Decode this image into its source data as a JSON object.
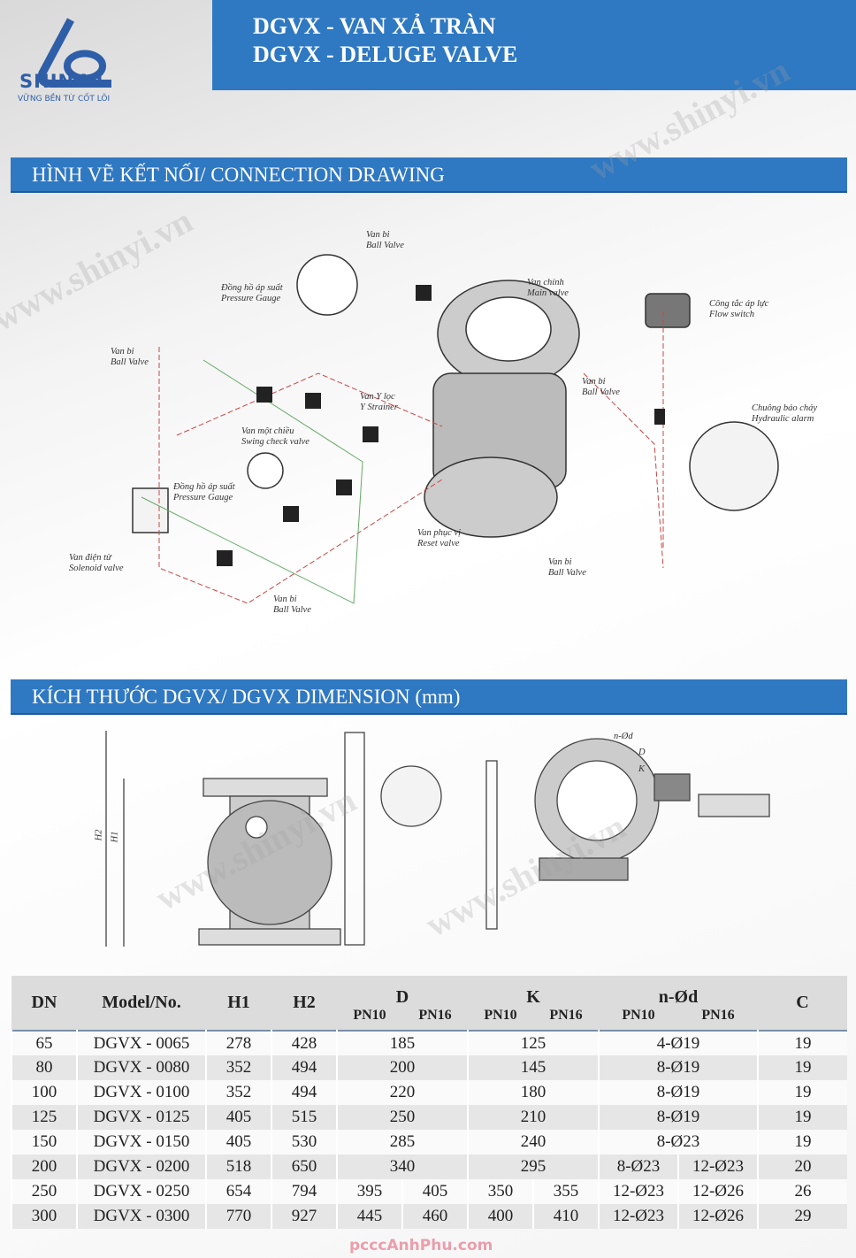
{
  "header": {
    "brand": "SHIN YI",
    "slogan": "VỮNG BỀN TỪ CỐT LÕI",
    "title_vi": "DGVX - VAN XẢ TRÀN",
    "title_en": "DGVX - DELUGE VALVE"
  },
  "sections": {
    "connection": "HÌNH VẼ KẾT NỐI/ CONNECTION DRAWING",
    "dimension": "KÍCH THƯỚC DGVX/ DGVX DIMENSION (mm)"
  },
  "watermark": "www.shinyi.vn",
  "connection_labels": [
    {
      "vi": "Van bi",
      "en": "Ball Valve"
    },
    {
      "vi": "Đồng hồ áp suất",
      "en": "Pressure Gauge"
    },
    {
      "vi": "Van bi",
      "en": "Ball Valve"
    },
    {
      "vi": "Van Y lọc",
      "en": "Y Strainer"
    },
    {
      "vi": "Van một chiều",
      "en": "Swing check valve"
    },
    {
      "vi": "Đồng hồ áp suất",
      "en": "Pressure Gauge"
    },
    {
      "vi": "Van điện từ",
      "en": "Solenoid valve"
    },
    {
      "vi": "Van bi",
      "en": "Ball Valve"
    },
    {
      "vi": "Van phục vị",
      "en": "Reset valve"
    },
    {
      "vi": "Van chính",
      "en": "Main valve"
    },
    {
      "vi": "Công tắc áp lực",
      "en": "Flow switch"
    },
    {
      "vi": "Van bi",
      "en": "Ball Valve"
    },
    {
      "vi": "Chuông báo cháy",
      "en": "Hydraulic alarm"
    },
    {
      "vi": "Van bi",
      "en": "Ball Valve"
    }
  ],
  "dimension_labels": {
    "h1": "H1",
    "h2": "H2",
    "nod": "n-Ød",
    "d": "D",
    "k": "K"
  },
  "table": {
    "headers": {
      "dn": "DN",
      "model": "Model/No.",
      "h1": "H1",
      "h2": "H2",
      "d": "D",
      "k": "K",
      "nod": "n-Ød",
      "c": "C",
      "pn10": "PN10",
      "pn16": "PN16"
    },
    "rows": [
      {
        "dn": "65",
        "model": "DGVX - 0065",
        "h1": "278",
        "h2": "428",
        "d": "185",
        "k": "125",
        "nod": "4-Ø19",
        "c": "19"
      },
      {
        "dn": "80",
        "model": "DGVX - 0080",
        "h1": "352",
        "h2": "494",
        "d": "200",
        "k": "145",
        "nod": "8-Ø19",
        "c": "19"
      },
      {
        "dn": "100",
        "model": "DGVX - 0100",
        "h1": "352",
        "h2": "494",
        "d": "220",
        "k": "180",
        "nod": "8-Ø19",
        "c": "19"
      },
      {
        "dn": "125",
        "model": "DGVX - 0125",
        "h1": "405",
        "h2": "515",
        "d": "250",
        "k": "210",
        "nod": "8-Ø19",
        "c": "19"
      },
      {
        "dn": "150",
        "model": "DGVX - 0150",
        "h1": "405",
        "h2": "530",
        "d": "285",
        "k": "240",
        "nod": "8-Ø23",
        "c": "19"
      },
      {
        "dn": "200",
        "model": "DGVX - 0200",
        "h1": "518",
        "h2": "650",
        "d": "340",
        "k": "295",
        "nod_pn10": "8-Ø23",
        "nod_pn16": "12-Ø23",
        "c": "20"
      },
      {
        "dn": "250",
        "model": "DGVX - 0250",
        "h1": "654",
        "h2": "794",
        "d_pn10": "395",
        "d_pn16": "405",
        "k_pn10": "350",
        "k_pn16": "355",
        "nod_pn10": "12-Ø23",
        "nod_pn16": "12-Ø26",
        "c": "26"
      },
      {
        "dn": "300",
        "model": "DGVX - 0300",
        "h1": "770",
        "h2": "927",
        "d_pn10": "445",
        "d_pn16": "460",
        "k_pn10": "400",
        "k_pn16": "410",
        "nod_pn10": "12-Ø23",
        "nod_pn16": "12-Ø26",
        "c": "29"
      }
    ]
  },
  "footer_watermark": "pcccAnhPhu.com",
  "colors": {
    "brand_blue": "#2f78c2",
    "logo_blue": "#2e5ea8"
  }
}
